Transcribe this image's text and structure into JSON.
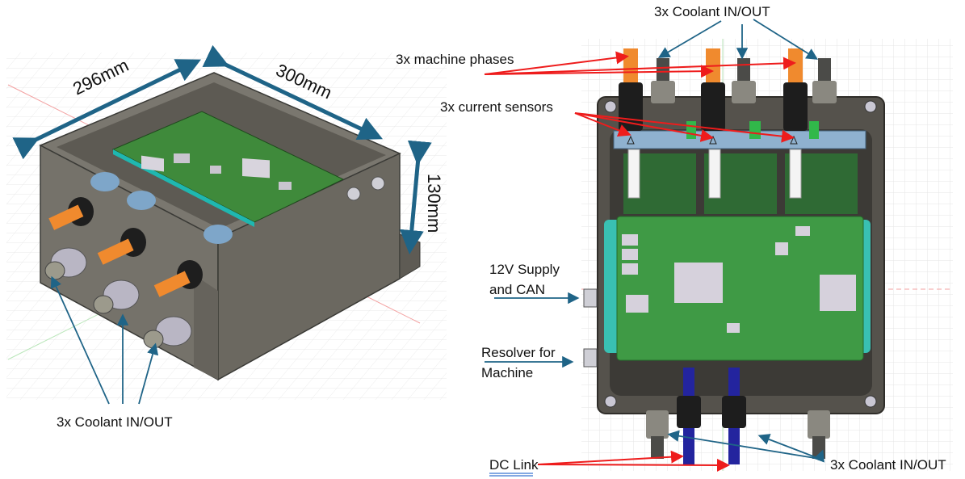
{
  "colors": {
    "arrow_blue": "#1f6487",
    "arrow_red": "#ee1c1c",
    "pcb_green": "#3f8f3f",
    "housing_grey": "#6d6a62",
    "phase_orange": "#f08a2e",
    "dc_link_blue": "#23249e",
    "sensor_blue": "#8fb1cf",
    "grid": "#e3e3e3"
  },
  "left_view": {
    "dimensions": {
      "width_label": "296mm",
      "depth_label": "300mm",
      "height_label": "130mm"
    },
    "labels": {
      "coolant": "3x Coolant IN/OUT"
    }
  },
  "right_view": {
    "labels": {
      "coolant_top": "3x Coolant IN/OUT",
      "machine_phases": "3x machine phases",
      "current_sensors": "3x current sensors",
      "supply_line1": "12V Supply",
      "supply_line2": "and CAN",
      "resolver_line1": "Resolver for",
      "resolver_line2": "Machine",
      "dc_link": "DC Link",
      "coolant_bottom": "3x Coolant IN/OUT"
    }
  }
}
